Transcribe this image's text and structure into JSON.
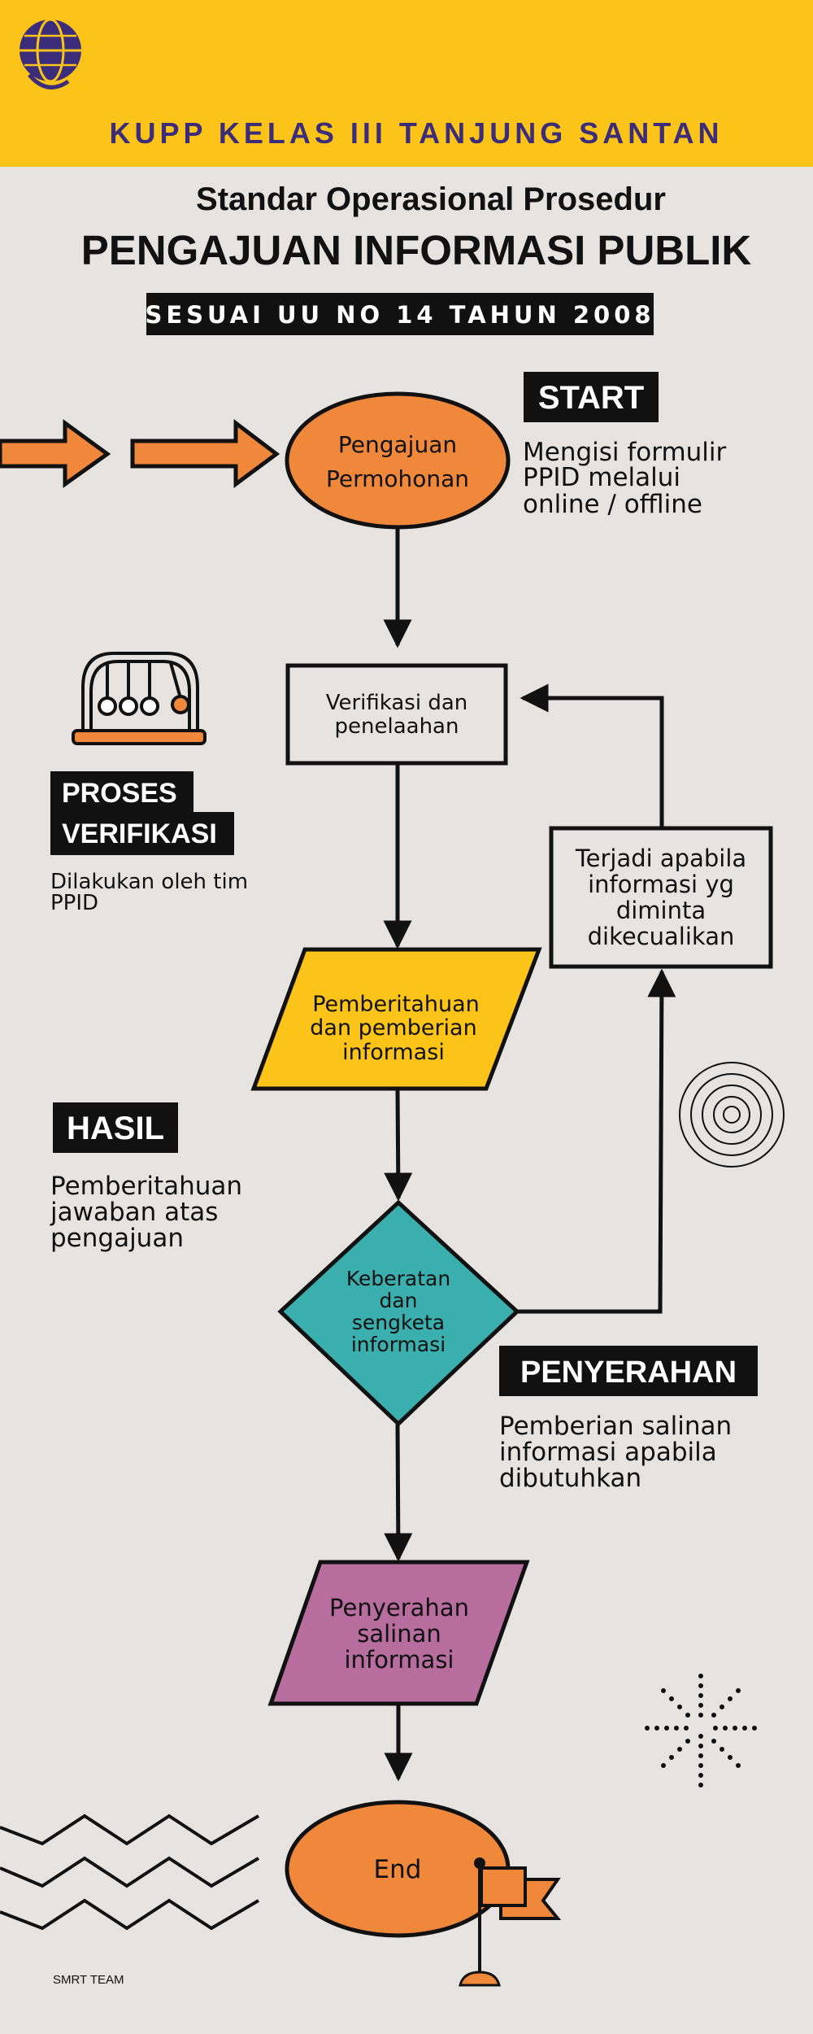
{
  "header": {
    "org_name": "KUPP KELAS III TANJUNG SANTAN"
  },
  "title": {
    "line1": "Standar Operasional Prosedur",
    "line2": "PENGAJUAN INFORMASI PUBLIK",
    "badge": "SESUAI UU NO 14 TAHUN 2008"
  },
  "steps": {
    "start": {
      "node_line1": "Pengajuan",
      "node_line2": "Permohonan",
      "tag": "START",
      "desc": [
        "Mengisi formulir",
        "PPID melalui",
        "online / offline"
      ]
    },
    "verify": {
      "node": [
        "Verifikasi dan",
        "penelaahan"
      ],
      "tag": [
        "PROSES",
        "VERIFIKASI"
      ],
      "desc": [
        "Dilakukan oleh tim",
        "PPID"
      ]
    },
    "exception": {
      "node": [
        "Terjadi apabila",
        "informasi yg",
        "diminta",
        "dikecualikan"
      ]
    },
    "notice": {
      "node": [
        "Pemberitahuan",
        "dan pemberian",
        "informasi"
      ],
      "tag": "HASIL",
      "desc": [
        "Pemberitahuan",
        "jawaban atas",
        "pengajuan"
      ]
    },
    "dispute": {
      "node": [
        "Keberatan",
        "dan",
        "sengketa",
        "informasi"
      ]
    },
    "handover": {
      "node": [
        "Penyerahan",
        "salinan",
        "informasi"
      ],
      "tag": "PENYERAHAN",
      "desc": [
        "Pemberian salinan",
        "informasi apabila",
        "dibutuhkan"
      ]
    },
    "end": {
      "node": "End"
    }
  },
  "footer": {
    "credit": "SMRT TEAM"
  },
  "colors": {
    "header_bg": "#fcc419",
    "org_text": "#3b2d7a",
    "orange": "#f0883c",
    "yellow": "#fcc419",
    "teal": "#3aafae",
    "purple": "#b86d9f",
    "background": "#e6e3e1"
  },
  "icons": [
    "globe-logo-icon",
    "arrow-right-icon",
    "newtons-cradle-icon",
    "concentric-circles-icon",
    "starburst-icon",
    "zigzag-lines-icon",
    "flag-icon"
  ]
}
